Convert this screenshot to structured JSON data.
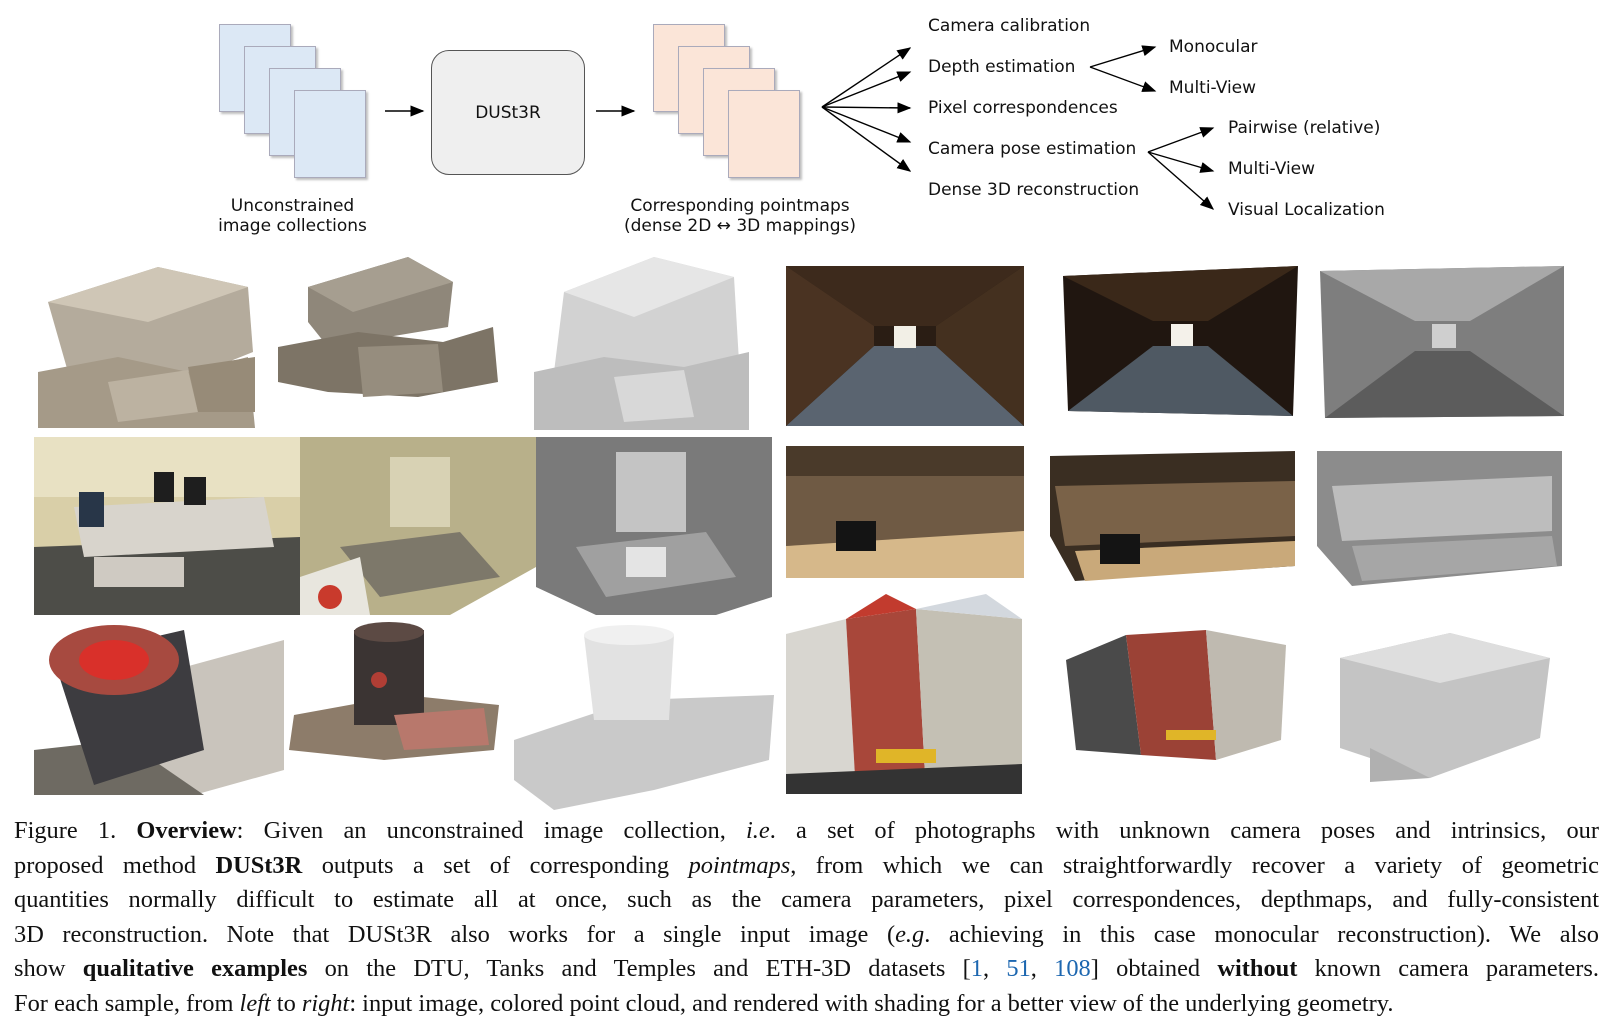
{
  "diagram": {
    "input_label_1": "Unconstrained",
    "input_label_2": "image collections",
    "model_name": "DUSt3R",
    "output_label_1": "Corresponding pointmaps",
    "output_label_2": "(dense 2D ↔ 3D mappings)",
    "tasks": [
      "Camera calibration",
      "Depth estimation",
      "Pixel correspondences",
      "Camera pose estimation",
      "Dense 3D reconstruction"
    ],
    "depth_subtasks": [
      "Monocular",
      "Multi-View"
    ],
    "pose_subtasks": [
      "Pairwise (relative)",
      "Multi-View",
      "Visual Localization"
    ],
    "colors": {
      "input_cards": "#dce8f5",
      "output_cards": "#fbe5d8",
      "model_box": "#efefef"
    }
  },
  "caption": {
    "fig_label": "Figure 1.",
    "title": "Overview",
    "t1": ": Given an unconstrained image collection, ",
    "ie": "i.e",
    "t2": ". a set of photographs with unknown camera poses and intrinsics, our",
    "t3": "proposed method ",
    "method": "DUSt3R",
    "t4": " outputs a set of corresponding ",
    "pointmaps": "pointmaps",
    "t5": ", from which we can straightforwardly recover a variety of geometric",
    "t6": "quantities normally difficult to estimate all at once, such as the camera parameters, pixel correspondences, depthmaps, and fully-consistent",
    "t7": "3D reconstruction. Note that DUSt3R also works for a single input image (",
    "eg": "e.g",
    "t8": ". achieving in this case monocular reconstruction). We also",
    "t9": "show ",
    "qual": "qualitative examples",
    "t10": " on the DTU, Tanks and Temples and ETH-3D datasets [",
    "ref1": "1",
    "sep1": ", ",
    "ref2": "51",
    "sep2": ", ",
    "ref3": "108",
    "t11": "] obtained ",
    "without": "without",
    "t12": " known camera parameters.",
    "t13": "For each sample, from ",
    "left": "left",
    "t14": " to ",
    "right": "right",
    "t15": ": input image, colored point cloud, and rendered with shading for a better view of the underlying geometry."
  }
}
